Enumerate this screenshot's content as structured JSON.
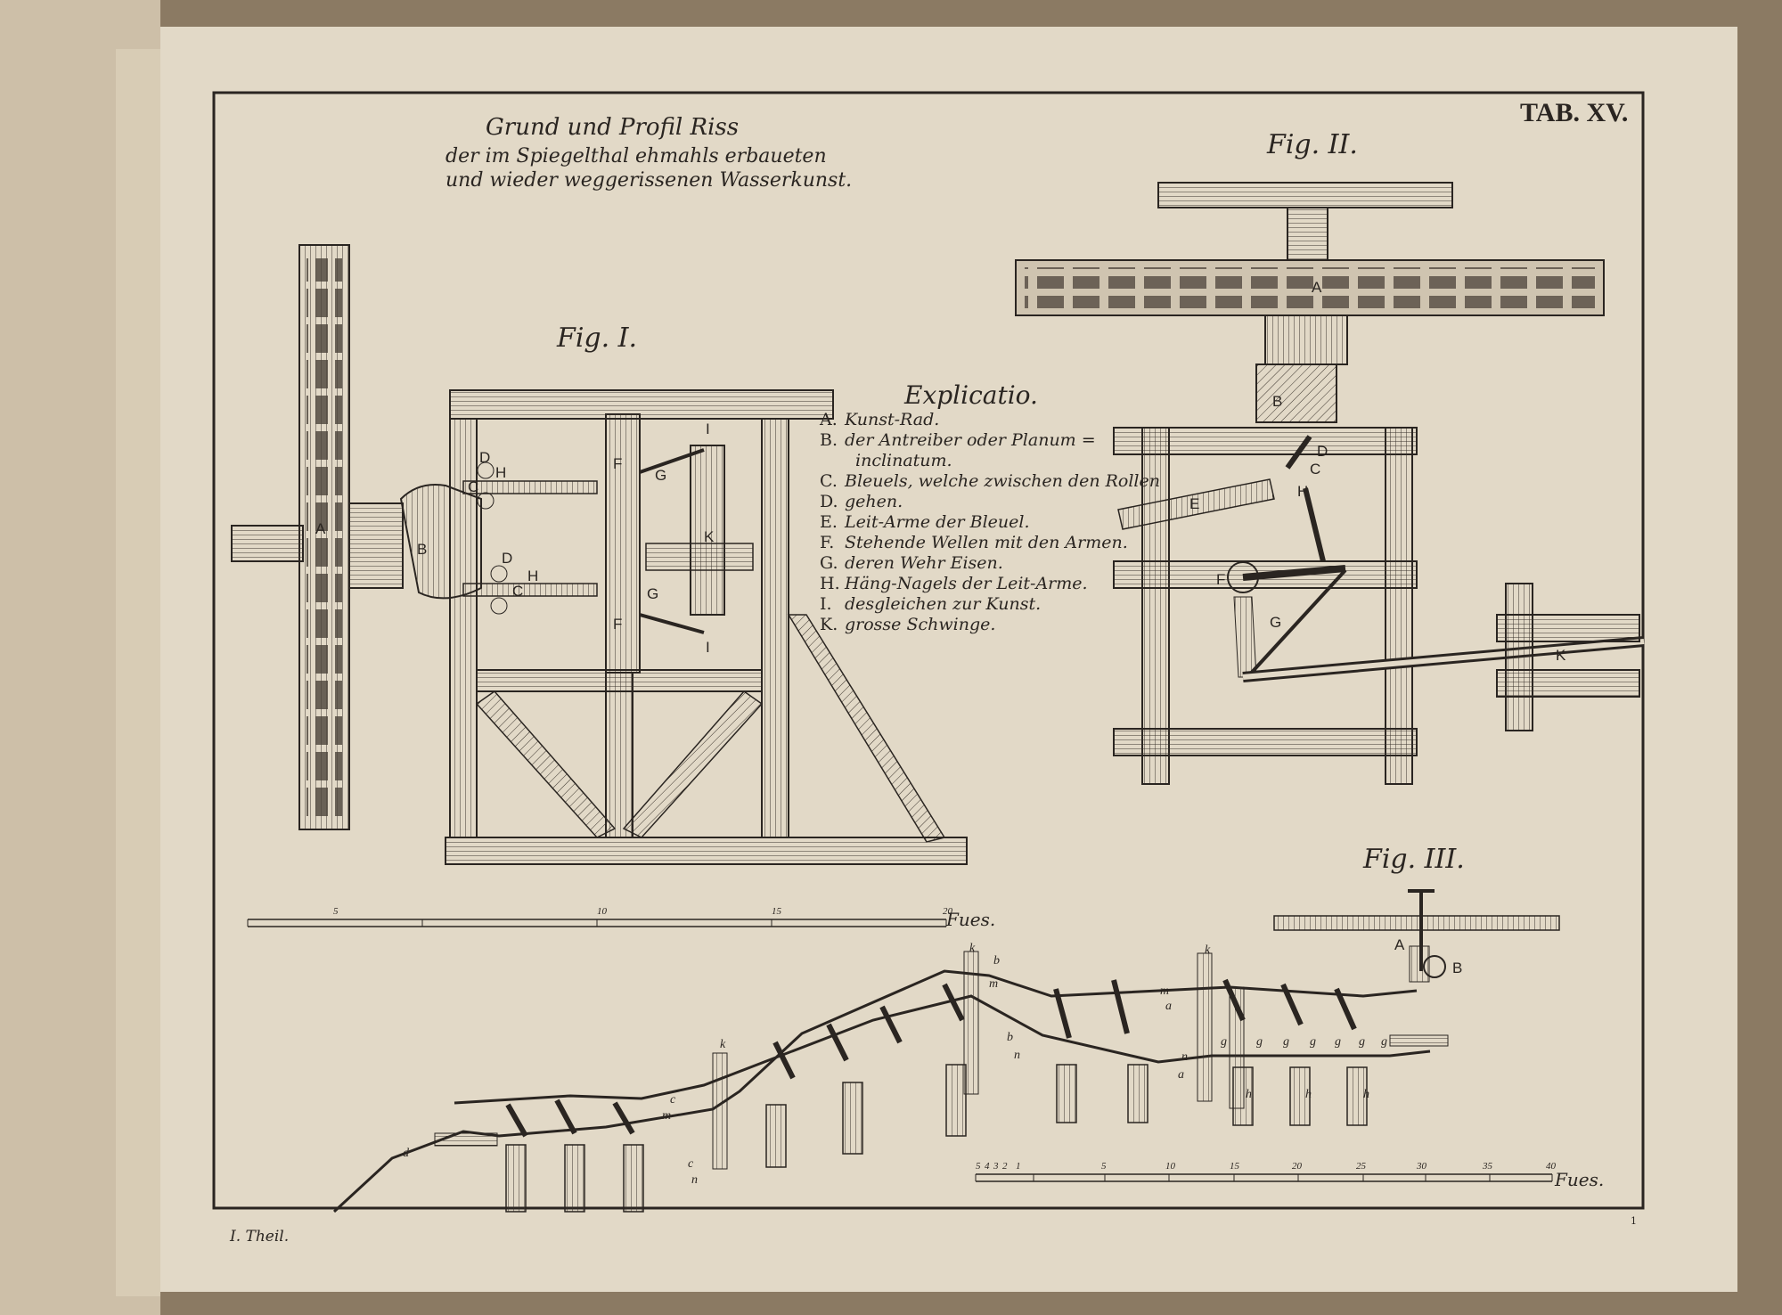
{
  "plate": {
    "number": "TAB. XV.",
    "title_line1": "Grund und Profil Riss",
    "title_line2": "der im Spiegelthal ehmahls erbaueten",
    "title_line3": "und wieder weggerissenen Wasserkunst.",
    "volume_note": "I. Theil.",
    "page_mark": "1"
  },
  "figures": {
    "fig1": "Fig. I.",
    "fig2": "Fig. II.",
    "fig3": "Fig. III."
  },
  "legend": {
    "heading": "Explicatio.",
    "items": [
      {
        "key": "A.",
        "text": "Kunst-Rad."
      },
      {
        "key": "B.",
        "text": "der Antreiber oder Planum ="
      },
      {
        "key": "",
        "text": "inclinatum."
      },
      {
        "key": "C.",
        "text": "Bleuels, welche zwischen den Rollen"
      },
      {
        "key": "D.",
        "text": "gehen."
      },
      {
        "key": "E.",
        "text": "Leit-Arme der Bleuel."
      },
      {
        "key": "F.",
        "text": "Stehende Wellen mit den Armen."
      },
      {
        "key": "G.",
        "text": "deren Wehr Eisen."
      },
      {
        "key": "H.",
        "text": "Häng-Nagels der Leit-Arme."
      },
      {
        "key": "I.",
        "text": "desgleichen zur Kunst."
      },
      {
        "key": "K.",
        "text": "grosse Schwinge."
      }
    ]
  },
  "labels_fig1": {
    "A": "A",
    "B": "B",
    "C": "C",
    "D": "D",
    "F": "F",
    "G": "G",
    "H": "H",
    "I": "I",
    "K": "K"
  },
  "labels_fig2": {
    "A": "A",
    "B": "B",
    "C": "C",
    "D": "D",
    "E": "E",
    "F": "F",
    "G": "G",
    "H": "H",
    "K": "K"
  },
  "labels_fig3": {
    "A": "A",
    "B": "B",
    "k": "k",
    "b": "b",
    "m": "m",
    "a": "a",
    "n": "n",
    "c": "c",
    "d": "d",
    "g": "g",
    "h": "h"
  },
  "scale1": {
    "ticks": [
      "5",
      "10",
      "15",
      "20"
    ],
    "unit": "Fues."
  },
  "scale2": {
    "ticks": [
      "5",
      "4",
      "3",
      "2",
      "1",
      "5",
      "10",
      "15",
      "20",
      "25",
      "30",
      "35",
      "40"
    ],
    "unit": "Fues."
  }
}
